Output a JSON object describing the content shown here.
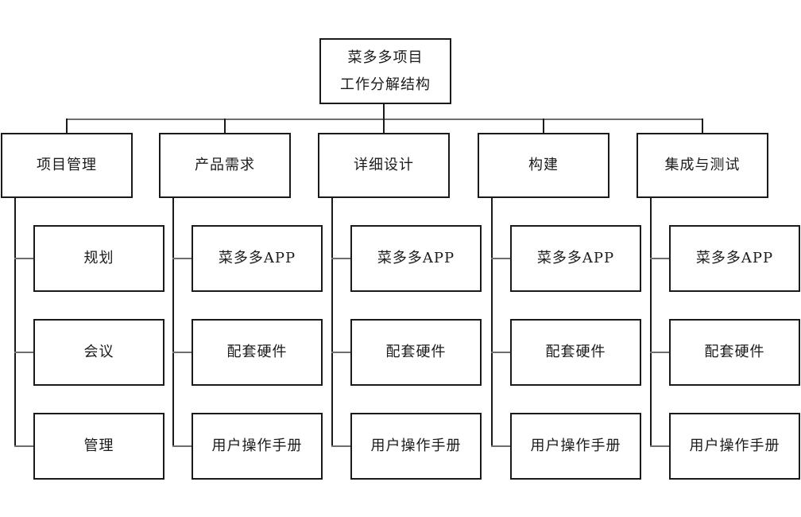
{
  "diagram": {
    "root": {
      "line1": "菜多多项目",
      "line2": "工作分解结构"
    },
    "branches": [
      {
        "label": "项目管理",
        "children": [
          "规划",
          "会议",
          "管理"
        ]
      },
      {
        "label": "产品需求",
        "children": [
          "菜多多APP",
          "配套硬件",
          "用户操作手册"
        ]
      },
      {
        "label": "详细设计",
        "children": [
          "菜多多APP",
          "配套硬件",
          "用户操作手册"
        ]
      },
      {
        "label": "构建",
        "children": [
          "菜多多APP",
          "配套硬件",
          "用户操作手册"
        ]
      },
      {
        "label": "集成与测试",
        "children": [
          "菜多多APP",
          "配套硬件",
          "用户操作手册"
        ]
      }
    ],
    "colors": {
      "background": "#ffffff",
      "border": "#1a1a1a",
      "text": "#1a1a1a",
      "connector_v": "#1a1a1a",
      "connector_h": "#6e6e6e"
    }
  }
}
